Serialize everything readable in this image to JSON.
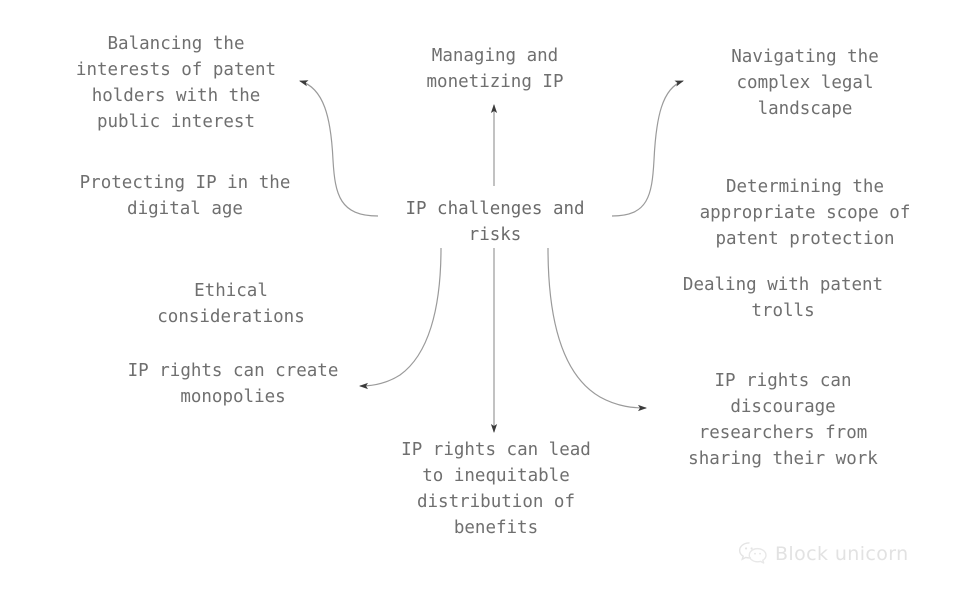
{
  "diagram": {
    "type": "mind-map",
    "background_color": "#ffffff",
    "text_color": "#6f6f6f",
    "arrow_color": "#8a8a8a",
    "center": {
      "label": "IP challenges and\nrisks",
      "lines": [
        "IP challenges and",
        "risks"
      ]
    },
    "branches": [
      {
        "id": "balancing-interests",
        "label": "Balancing the\ninterests of patent\nholders with the\npublic interest",
        "lines": [
          "Balancing the",
          "interests of patent",
          "holders with the",
          "public interest"
        ],
        "direction": "upper-left",
        "has_arrow": true
      },
      {
        "id": "managing-monetizing",
        "label": "Managing and\nmonetizing IP",
        "lines": [
          "Managing and",
          "monetizing IP"
        ],
        "direction": "up",
        "has_arrow": true
      },
      {
        "id": "navigating-legal",
        "label": "Navigating the\ncomplex legal\nlandscape",
        "lines": [
          "Navigating the",
          "complex legal",
          "landscape"
        ],
        "direction": "upper-right",
        "has_arrow": true
      },
      {
        "id": "protecting-digital",
        "label": "Protecting IP in the\ndigital age",
        "lines": [
          "Protecting IP in the",
          "digital age"
        ],
        "direction": "left",
        "has_arrow": false
      },
      {
        "id": "determining-scope",
        "label": "Determining the\nappropriate scope of\npatent protection",
        "lines": [
          "Determining the",
          "appropriate scope of",
          "patent protection"
        ],
        "direction": "right",
        "has_arrow": false
      },
      {
        "id": "ethical-considerations",
        "label": "Ethical\nconsiderations",
        "lines": [
          "Ethical",
          "considerations"
        ],
        "direction": "lower-left",
        "has_arrow": false
      },
      {
        "id": "patent-trolls",
        "label": "Dealing with patent\ntrolls",
        "lines": [
          "Dealing with patent",
          "trolls"
        ],
        "direction": "lower-right",
        "has_arrow": false
      },
      {
        "id": "monopolies",
        "label": "IP rights can create\nmonopolies",
        "lines": [
          "IP rights can create",
          "monopolies"
        ],
        "direction": "lower-left",
        "has_arrow": true
      },
      {
        "id": "discourage-researchers",
        "label": "IP rights can\ndiscourage\nresearchers from\nsharing their work",
        "lines": [
          "IP rights can",
          "discourage",
          "researchers from",
          "sharing their work"
        ],
        "direction": "lower-right",
        "has_arrow": true
      },
      {
        "id": "inequitable-distribution",
        "label": "IP rights can lead\nto inequitable\ndistribution of\nbenefits",
        "lines": [
          "IP rights can lead",
          "to inequitable",
          "distribution of",
          "benefits"
        ],
        "direction": "down",
        "has_arrow": true
      }
    ]
  },
  "watermark": {
    "text": "Block unicorn",
    "icon": "wechat-icon",
    "color": "#e2e2e2"
  }
}
